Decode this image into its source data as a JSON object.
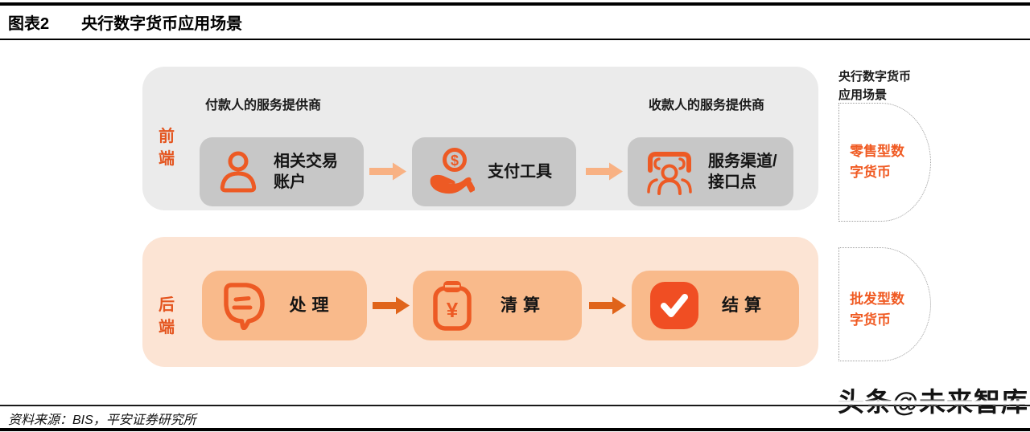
{
  "figure": {
    "label": "图表2",
    "title": "央行数字货币应用场景"
  },
  "diagram": {
    "front": {
      "side_label": "前端",
      "header_left": "付款人的服务提供商",
      "header_right": "收款人的服务提供商",
      "nodes": [
        {
          "label": "相关交易\n账户",
          "icon": "user-icon"
        },
        {
          "label": "支付工具",
          "icon": "coin-hand-icon"
        },
        {
          "label": "服务渠道/\n接口点",
          "icon": "people-frame-icon"
        }
      ]
    },
    "back": {
      "side_label": "后端",
      "nodes": [
        {
          "label": "处理",
          "icon": "chat-bubble-icon"
        },
        {
          "label": "清算",
          "icon": "clipboard-yen-icon"
        },
        {
          "label": "结算",
          "icon": "check-icon"
        }
      ]
    },
    "right_panel": {
      "header": "央行数字货币\n应用场景",
      "items": [
        {
          "label": "零售型数\n字货币"
        },
        {
          "label": "批发型数\n字货币"
        }
      ]
    }
  },
  "footer": {
    "source": "资料来源：BIS，平安证券研究所",
    "watermark": "头条@未来智库"
  },
  "colors": {
    "accent_orange": "#ed5a24",
    "front_band_bg": "#ebebeb",
    "front_node_bg": "#c7c7c7",
    "back_band_bg": "#fce4d4",
    "back_node_bg": "#f9ba8b",
    "front_arrow": "#f8b183",
    "back_arrow": "#e0641a",
    "check_fill": "#f04e23",
    "side_label_color": "#e4551f"
  }
}
